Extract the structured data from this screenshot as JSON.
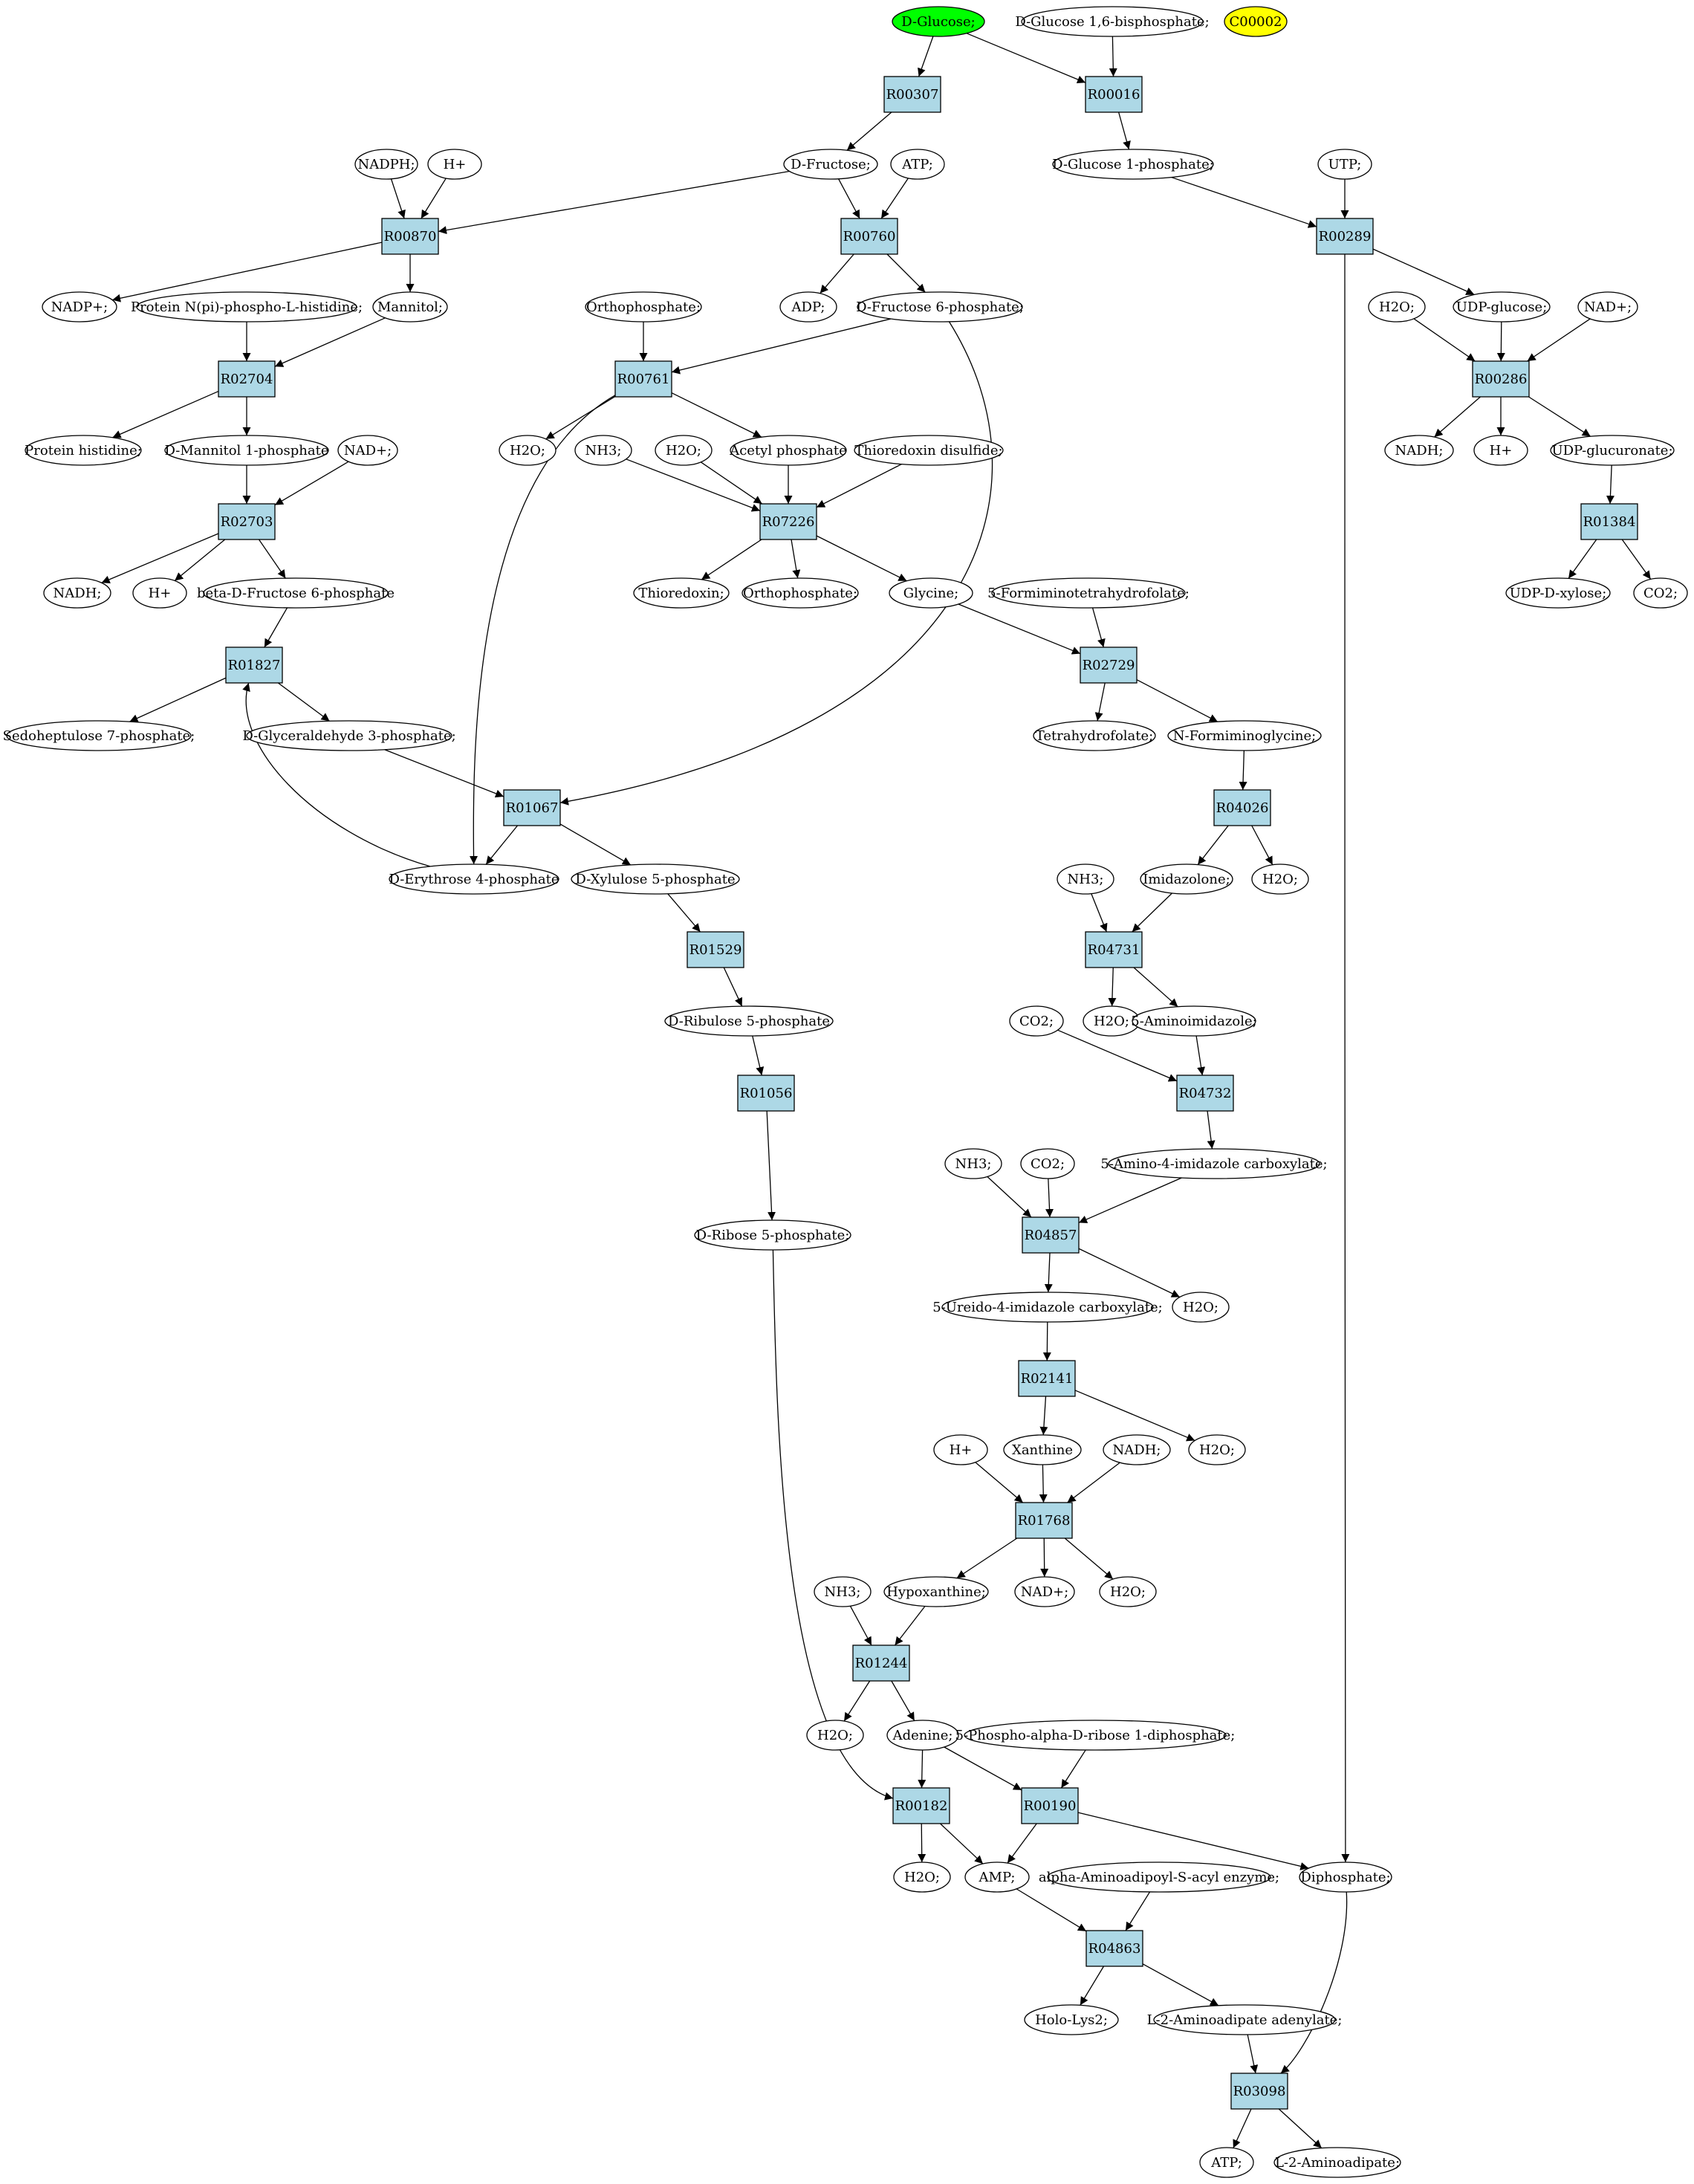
{
  "colors": {
    "start": "#00ff00",
    "target": "#ffff00",
    "reaction": "#add8e6",
    "compound": "#ffffff",
    "stroke": "#000000"
  },
  "compounds": [
    {
      "id": "c_glucose",
      "label": "D-Glucose;",
      "kind": "start"
    },
    {
      "id": "c_g16bp",
      "label": "D-Glucose 1,6-bisphosphate;"
    },
    {
      "id": "c_c00002",
      "label": "C00002",
      "kind": "target"
    },
    {
      "id": "c_nadph",
      "label": "NADPH;"
    },
    {
      "id": "c_hplus1",
      "label": "H+"
    },
    {
      "id": "c_fructose",
      "label": "D-Fructose;"
    },
    {
      "id": "c_atp1",
      "label": "ATP;"
    },
    {
      "id": "c_g1p",
      "label": "D-Glucose 1-phosphate;"
    },
    {
      "id": "c_utp",
      "label": "UTP;"
    },
    {
      "id": "c_nadp",
      "label": "NADP+;"
    },
    {
      "id": "c_protnpi",
      "label": "Protein N(pi)-phospho-L-histidine;"
    },
    {
      "id": "c_mannitol",
      "label": "Mannitol;"
    },
    {
      "id": "c_orthop1",
      "label": "Orthophosphate;"
    },
    {
      "id": "c_adp",
      "label": "ADP;"
    },
    {
      "id": "c_f6p",
      "label": "D-Fructose 6-phosphate;"
    },
    {
      "id": "c_h2o_a",
      "label": "H2O;"
    },
    {
      "id": "c_udpglc",
      "label": "UDP-glucose;"
    },
    {
      "id": "c_nadplus1",
      "label": "NAD+;"
    },
    {
      "id": "c_prothis",
      "label": "Protein histidine;"
    },
    {
      "id": "c_m1p",
      "label": "D-Mannitol 1-phosphate"
    },
    {
      "id": "c_nadplus2",
      "label": "NAD+;"
    },
    {
      "id": "c_h2o_b",
      "label": "H2O;"
    },
    {
      "id": "c_nh3_a",
      "label": "NH3;"
    },
    {
      "id": "c_h2o_c",
      "label": "H2O;"
    },
    {
      "id": "c_acetylp",
      "label": "Acetyl phosphate"
    },
    {
      "id": "c_thiodis",
      "label": "Thioredoxin disulfide;"
    },
    {
      "id": "c_nadh1",
      "label": "NADH;"
    },
    {
      "id": "c_hplus2",
      "label": "H+"
    },
    {
      "id": "c_udpglcu",
      "label": "UDP-glucuronate;"
    },
    {
      "id": "c_nadh2",
      "label": "NADH;"
    },
    {
      "id": "c_hplus3",
      "label": "H+"
    },
    {
      "id": "c_bf6p",
      "label": "beta-D-Fructose 6-phosphate"
    },
    {
      "id": "c_thio",
      "label": "Thioredoxin;"
    },
    {
      "id": "c_orthop2",
      "label": "Orthophosphate;"
    },
    {
      "id": "c_glycine",
      "label": "Glycine;"
    },
    {
      "id": "c_5fthf",
      "label": "5-Formiminotetrahydrofolate;"
    },
    {
      "id": "c_udpxyl",
      "label": "UDP-D-xylose;"
    },
    {
      "id": "c_co2_a",
      "label": "CO2;"
    },
    {
      "id": "c_s7p",
      "label": "Sedoheptulose 7-phosphate;"
    },
    {
      "id": "c_g3p",
      "label": "D-Glyceraldehyde 3-phosphate;"
    },
    {
      "id": "c_thf",
      "label": "Tetrahydrofolate;"
    },
    {
      "id": "c_nfgly",
      "label": "N-Formiminoglycine;"
    },
    {
      "id": "c_e4p",
      "label": "D-Erythrose 4-phosphate"
    },
    {
      "id": "c_x5p",
      "label": "D-Xylulose 5-phosphate"
    },
    {
      "id": "c_nh3_b",
      "label": "NH3;"
    },
    {
      "id": "c_imidazolone",
      "label": "Imidazolone;"
    },
    {
      "id": "c_h2o_d",
      "label": "H2O;"
    },
    {
      "id": "c_h2o_e",
      "label": "H2O;"
    },
    {
      "id": "c_5ai",
      "label": "5-Aminoimidazole;"
    },
    {
      "id": "c_ru5p",
      "label": "D-Ribulose 5-phosphate"
    },
    {
      "id": "c_co2_b",
      "label": "CO2;"
    },
    {
      "id": "c_nh3_c",
      "label": "NH3;"
    },
    {
      "id": "c_co2_c",
      "label": "CO2;"
    },
    {
      "id": "c_5a4ic",
      "label": "5-Amino-4-imidazole carboxylate;"
    },
    {
      "id": "c_r5p",
      "label": "D-Ribose 5-phosphate;"
    },
    {
      "id": "c_5u4ic",
      "label": "5-Ureido-4-imidazole carboxylate;"
    },
    {
      "id": "c_h2o_f",
      "label": "H2O;"
    },
    {
      "id": "c_hplus4",
      "label": "H+"
    },
    {
      "id": "c_xanthine",
      "label": "Xanthine"
    },
    {
      "id": "c_nadh3",
      "label": "NADH;"
    },
    {
      "id": "c_h2o_g",
      "label": "H2O;"
    },
    {
      "id": "c_nh3_d",
      "label": "NH3;"
    },
    {
      "id": "c_hypox",
      "label": "Hypoxanthine;"
    },
    {
      "id": "c_nadplus3",
      "label": "NAD+;"
    },
    {
      "id": "c_h2o_h",
      "label": "H2O;"
    },
    {
      "id": "c_h2o_i",
      "label": "H2O;"
    },
    {
      "id": "c_adenine",
      "label": "Adenine;"
    },
    {
      "id": "c_prpp",
      "label": "5-Phospho-alpha-D-ribose 1-diphosphate;"
    },
    {
      "id": "c_h2o_j",
      "label": "H2O;"
    },
    {
      "id": "c_amp",
      "label": "AMP;"
    },
    {
      "id": "c_aaacyl",
      "label": "alpha-Aminoadipoyl-S-acyl enzyme;"
    },
    {
      "id": "c_diphos",
      "label": "Diphosphate;"
    },
    {
      "id": "c_hololys2",
      "label": "Holo-Lys2;"
    },
    {
      "id": "c_l2aaad",
      "label": "L-2-Aminoadipate adenylate;"
    },
    {
      "id": "c_atp2",
      "label": "ATP;"
    },
    {
      "id": "c_l2aa",
      "label": "L-2-Aminoadipate;"
    }
  ],
  "reactions": [
    {
      "id": "r00307",
      "label": "R00307"
    },
    {
      "id": "r00016",
      "label": "R00016"
    },
    {
      "id": "r00870",
      "label": "R00870"
    },
    {
      "id": "r00760",
      "label": "R00760"
    },
    {
      "id": "r00289",
      "label": "R00289"
    },
    {
      "id": "r02704",
      "label": "R02704"
    },
    {
      "id": "r00761",
      "label": "R00761"
    },
    {
      "id": "r00286",
      "label": "R00286"
    },
    {
      "id": "r02703",
      "label": "R02703"
    },
    {
      "id": "r07226",
      "label": "R07226"
    },
    {
      "id": "r01384",
      "label": "R01384"
    },
    {
      "id": "r01827",
      "label": "R01827"
    },
    {
      "id": "r02729",
      "label": "R02729"
    },
    {
      "id": "r01067",
      "label": "R01067"
    },
    {
      "id": "r04026",
      "label": "R04026"
    },
    {
      "id": "r01529",
      "label": "R01529"
    },
    {
      "id": "r04731",
      "label": "R04731"
    },
    {
      "id": "r01056",
      "label": "R01056"
    },
    {
      "id": "r04732",
      "label": "R04732"
    },
    {
      "id": "r04857",
      "label": "R04857"
    },
    {
      "id": "r02141",
      "label": "R02141"
    },
    {
      "id": "r01768",
      "label": "R01768"
    },
    {
      "id": "r01244",
      "label": "R01244"
    },
    {
      "id": "r00182",
      "label": "R00182"
    },
    {
      "id": "r00190",
      "label": "R00190"
    },
    {
      "id": "r04863",
      "label": "R04863"
    },
    {
      "id": "r03098",
      "label": "R03098"
    }
  ],
  "edges": [
    [
      "c_glucose",
      "r00307"
    ],
    [
      "c_glucose",
      "r00016"
    ],
    [
      "c_g16bp",
      "r00016"
    ],
    [
      "r00307",
      "c_fructose"
    ],
    [
      "r00016",
      "c_g1p"
    ],
    [
      "c_nadph",
      "r00870"
    ],
    [
      "c_hplus1",
      "r00870"
    ],
    [
      "c_fructose",
      "r00870"
    ],
    [
      "c_fructose",
      "r00760"
    ],
    [
      "c_atp1",
      "r00760"
    ],
    [
      "c_g1p",
      "r00289"
    ],
    [
      "c_utp",
      "r00289"
    ],
    [
      "r00870",
      "c_nadp"
    ],
    [
      "r00870",
      "c_mannitol"
    ],
    [
      "r00760",
      "c_adp"
    ],
    [
      "r00760",
      "c_f6p"
    ],
    [
      "r00289",
      "c_udpglc"
    ],
    [
      "r00289",
      "c_diphos"
    ],
    [
      "c_protnpi",
      "r02704"
    ],
    [
      "c_mannitol",
      "r02704"
    ],
    [
      "c_orthop1",
      "r00761"
    ],
    [
      "c_f6p",
      "r00761"
    ],
    [
      "c_f6p",
      "r01067"
    ],
    [
      "c_h2o_a",
      "r00286"
    ],
    [
      "c_udpglc",
      "r00286"
    ],
    [
      "c_nadplus1",
      "r00286"
    ],
    [
      "r02704",
      "c_prothis"
    ],
    [
      "r02704",
      "c_m1p"
    ],
    [
      "r00761",
      "c_h2o_b"
    ],
    [
      "r00761",
      "c_acetylp"
    ],
    [
      "r00761",
      "c_e4p"
    ],
    [
      "r00286",
      "c_nadh1"
    ],
    [
      "r00286",
      "c_hplus2"
    ],
    [
      "r00286",
      "c_udpglcu"
    ],
    [
      "c_m1p",
      "r02703"
    ],
    [
      "c_nadplus2",
      "r02703"
    ],
    [
      "c_nh3_a",
      "r07226"
    ],
    [
      "c_h2o_c",
      "r07226"
    ],
    [
      "c_acetylp",
      "r07226"
    ],
    [
      "c_thiodis",
      "r07226"
    ],
    [
      "c_udpglcu",
      "r01384"
    ],
    [
      "r02703",
      "c_nadh2"
    ],
    [
      "r02703",
      "c_hplus3"
    ],
    [
      "r02703",
      "c_bf6p"
    ],
    [
      "r07226",
      "c_thio"
    ],
    [
      "r07226",
      "c_orthop2"
    ],
    [
      "r07226",
      "c_glycine"
    ],
    [
      "r01384",
      "c_udpxyl"
    ],
    [
      "r01384",
      "c_co2_a"
    ],
    [
      "c_bf6p",
      "r01827"
    ],
    [
      "c_e4p",
      "r01827"
    ],
    [
      "c_glycine",
      "r02729"
    ],
    [
      "c_5fthf",
      "r02729"
    ],
    [
      "r01827",
      "c_s7p"
    ],
    [
      "r01827",
      "c_g3p"
    ],
    [
      "r02729",
      "c_thf"
    ],
    [
      "r02729",
      "c_nfgly"
    ],
    [
      "c_g3p",
      "r01067"
    ],
    [
      "r01067",
      "c_e4p"
    ],
    [
      "r01067",
      "c_x5p"
    ],
    [
      "c_nfgly",
      "r04026"
    ],
    [
      "r04026",
      "c_imidazolone"
    ],
    [
      "r04026",
      "c_h2o_d"
    ],
    [
      "c_x5p",
      "r01529"
    ],
    [
      "c_nh3_b",
      "r04731"
    ],
    [
      "c_imidazolone",
      "r04731"
    ],
    [
      "r04731",
      "c_h2o_e"
    ],
    [
      "r04731",
      "c_5ai"
    ],
    [
      "r01529",
      "c_ru5p"
    ],
    [
      "c_ru5p",
      "r01056"
    ],
    [
      "c_co2_b",
      "r04732"
    ],
    [
      "c_5ai",
      "r04732"
    ],
    [
      "r04732",
      "c_5a4ic"
    ],
    [
      "c_nh3_c",
      "r04857"
    ],
    [
      "c_co2_c",
      "r04857"
    ],
    [
      "c_5a4ic",
      "r04857"
    ],
    [
      "r01056",
      "c_r5p"
    ],
    [
      "r04857",
      "c_5u4ic"
    ],
    [
      "r04857",
      "c_h2o_f"
    ],
    [
      "c_5u4ic",
      "r02141"
    ],
    [
      "r02141",
      "c_xanthine"
    ],
    [
      "r02141",
      "c_h2o_g"
    ],
    [
      "c_hplus4",
      "r01768"
    ],
    [
      "c_xanthine",
      "r01768"
    ],
    [
      "c_nadh3",
      "r01768"
    ],
    [
      "r01768",
      "c_hypox"
    ],
    [
      "r01768",
      "c_nadplus3"
    ],
    [
      "r01768",
      "c_h2o_h"
    ],
    [
      "c_nh3_d",
      "r01244"
    ],
    [
      "c_hypox",
      "r01244"
    ],
    [
      "r01244",
      "c_h2o_i"
    ],
    [
      "r01244",
      "c_adenine"
    ],
    [
      "c_adenine",
      "r00182"
    ],
    [
      "c_r5p",
      "r00182"
    ],
    [
      "c_adenine",
      "r00190"
    ],
    [
      "c_prpp",
      "r00190"
    ],
    [
      "r00182",
      "c_h2o_j"
    ],
    [
      "r00182",
      "c_amp"
    ],
    [
      "r00190",
      "c_amp"
    ],
    [
      "r00190",
      "c_diphos"
    ],
    [
      "c_amp",
      "r04863"
    ],
    [
      "c_aaacyl",
      "r04863"
    ],
    [
      "r04863",
      "c_hololys2"
    ],
    [
      "r04863",
      "c_l2aaad"
    ],
    [
      "c_l2aaad",
      "r03098"
    ],
    [
      "c_diphos",
      "r03098"
    ],
    [
      "r03098",
      "c_atp2"
    ],
    [
      "r03098",
      "c_l2aa"
    ]
  ]
}
